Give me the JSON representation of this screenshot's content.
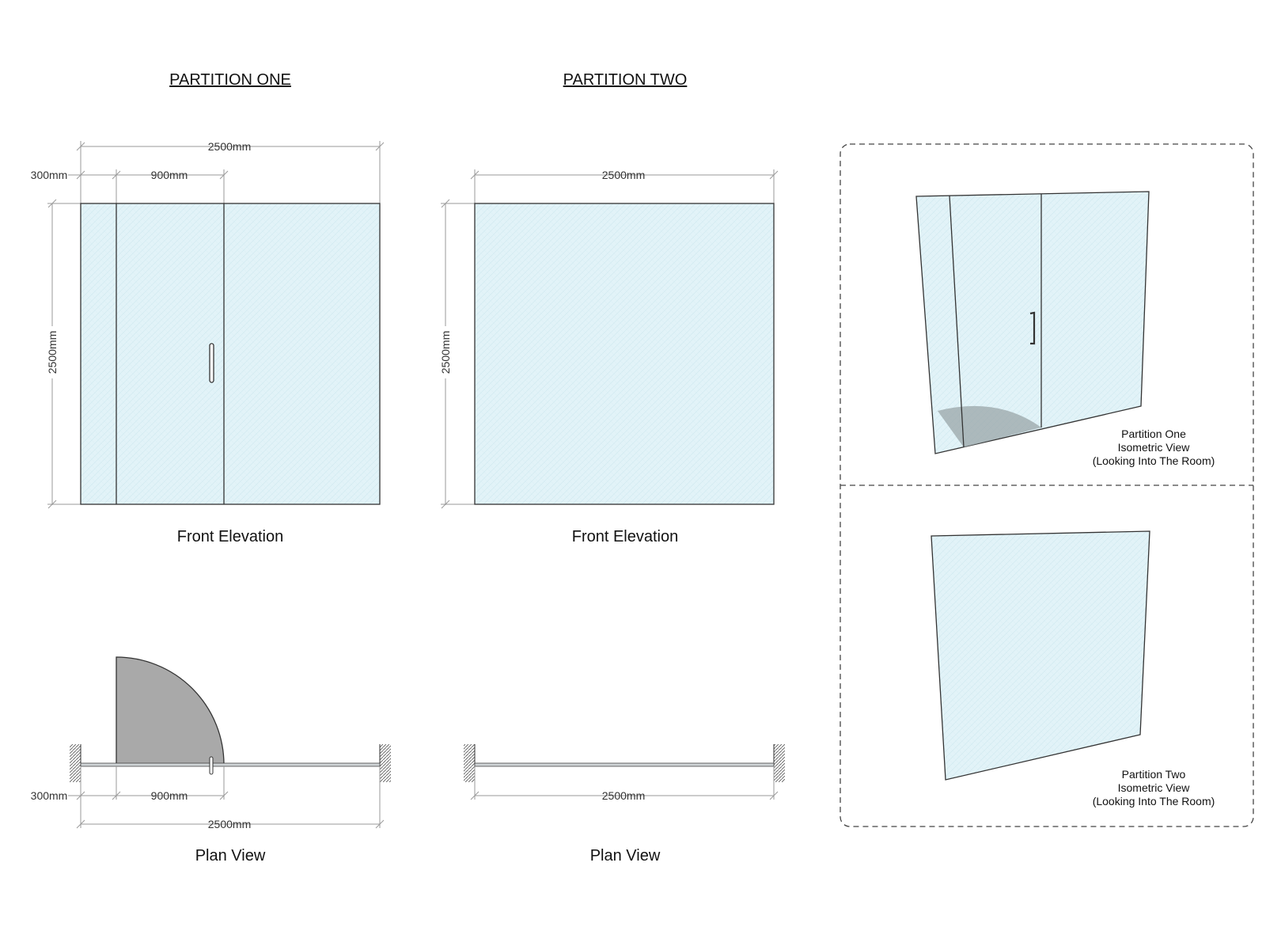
{
  "partition_one": {
    "title": "PARTITION ONE",
    "elevation": {
      "caption": "Front Elevation",
      "dim_overall_width": "2500mm",
      "dim_side_panel": "300mm",
      "dim_door": "900mm",
      "dim_height": "2500mm"
    },
    "plan": {
      "caption": "Plan View",
      "dim_side_panel": "300mm",
      "dim_door": "900mm",
      "dim_overall_width": "2500mm"
    }
  },
  "partition_two": {
    "title": "PARTITION TWO",
    "elevation": {
      "caption": "Front Elevation",
      "dim_overall_width": "2500mm",
      "dim_height": "2500mm"
    },
    "plan": {
      "caption": "Plan View",
      "dim_overall_width": "2500mm"
    }
  },
  "isometric": {
    "one": {
      "line1": "Partition One",
      "line2": "Isometric View",
      "line3": "(Looking Into The Room)"
    },
    "two": {
      "line1": "Partition Two",
      "line2": "Isometric View",
      "line3": "(Looking Into The Room)"
    }
  },
  "colors": {
    "glass": "#e2f3f8",
    "door_swing": "#a9a9a9",
    "line": "#333333",
    "dimension": "#9a9a9a"
  }
}
